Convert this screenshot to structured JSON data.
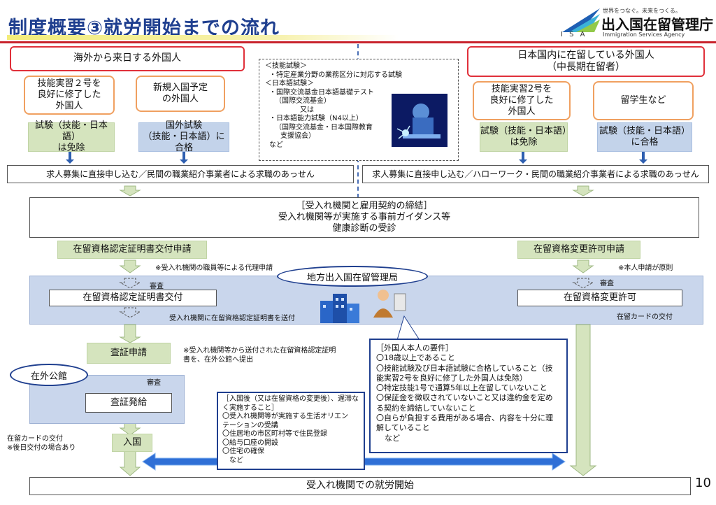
{
  "header": {
    "title": "制度概要③就労開始までの流れ",
    "logo_tagline": "世界をつなぐ。未来をつくる。",
    "logo_isa": "I S A",
    "logo_org": "出入国在留管理庁",
    "logo_en": "Immigration Services Agency"
  },
  "left": {
    "title": "海外から来日する外国人",
    "box1": [
      "技能実習２号を",
      "良好に修了した",
      "外国人"
    ],
    "box2": [
      "新規入国予定",
      "の外国人"
    ],
    "green1": [
      "試験（技能・日本語）",
      "は免除"
    ],
    "blue1": [
      "国外試験",
      "（技能・日本語）に合格"
    ],
    "recruit": "求人募集に直接申し込む／民間の職業紹介事業者による求職のあっせん"
  },
  "exam_note": {
    "lines": [
      "＜技能試験＞",
      "・特定産業分野の業務区分に対応する試験",
      "＜日本語試験＞",
      "・国際交流基金日本語基礎テスト",
      "（国際交流基金）",
      "又は",
      "・日本語能力試験（N4以上）",
      "（国際交流基金・日本国際教育",
      "支援協会）",
      "など"
    ]
  },
  "right": {
    "title": [
      "日本国内に在留している外国人",
      "（中長期在留者）"
    ],
    "box1": [
      "技能実習2号を",
      "良好に修了した",
      "外国人"
    ],
    "box2": "留学生など",
    "green1": [
      "試験（技能・日本語）",
      "は免除"
    ],
    "blue1": [
      "試験（技能・日本語）",
      "に合格"
    ],
    "recruit": "求人募集に直接申し込む／ハローワーク・民間の職業紹介事業者による求職のあっせん"
  },
  "contract": {
    "lines": [
      "［受入れ機関と雇用契約の締結］",
      "受入れ機関等が実施する事前ガイダンス等",
      "健康診断の受診"
    ]
  },
  "apply_left": "在留資格認定証明書交付申請",
  "apply_left_note": "※受入れ機関の職員等による代理申請",
  "apply_right": "在留資格変更許可申請",
  "apply_right_note": "※本人申請が原則",
  "bureau": "地方出入国在留管理局",
  "review": "審査",
  "issue_left": "在留資格認定証明書交付",
  "issue_right": "在留資格変更許可",
  "send_note": "受入れ機関に在留資格認定証明書を送付",
  "card_note_right": "在留カードの交付",
  "visa_apply": "査証申請",
  "visa_apply_note": [
    "※受入れ機関等から送付された在留資格認定証明",
    "書を、在外公館へ提出"
  ],
  "embassy": "在外公館",
  "embassy_review": "審査",
  "visa_issue": "査証発給",
  "card_note_left": [
    "在留カードの交付",
    "※後日交付の場合あり"
  ],
  "entry": "入国",
  "after_entry": {
    "lines": [
      "［入国後（又は在留資格の変更後）、遅滞な",
      "く実施すること］",
      "〇受入れ機関等が実施する生活オリエン",
      "テーションの受講",
      "〇住居地の市区町村等で住民登録",
      "〇給与口座の開設",
      "〇住宅の確保",
      "など"
    ]
  },
  "requirements": {
    "lines": [
      "［外国人本人の要件］",
      "〇18歳以上であること",
      "〇技能試験及び日本語試験に合格していること（技",
      "能実習2号を良好に修了した外国人は免除）",
      "〇特定技能1号で通算5年以上在留していないこと",
      "〇保証金を徴収されていないこと又は違約金を定め",
      "る契約を締結していないこと",
      "〇自らが負担する費用がある場合、内容を十分に理",
      "解していること",
      "など"
    ]
  },
  "final": "受入れ機関での就労開始",
  "page_number": "10",
  "colors": {
    "title_blue": "#1f3f8f",
    "red": "#e0303a",
    "orange": "#f0a060",
    "green": "#d5e4be",
    "blue": "#c3d3ea",
    "arrow_blue": "#2f6fd6"
  }
}
